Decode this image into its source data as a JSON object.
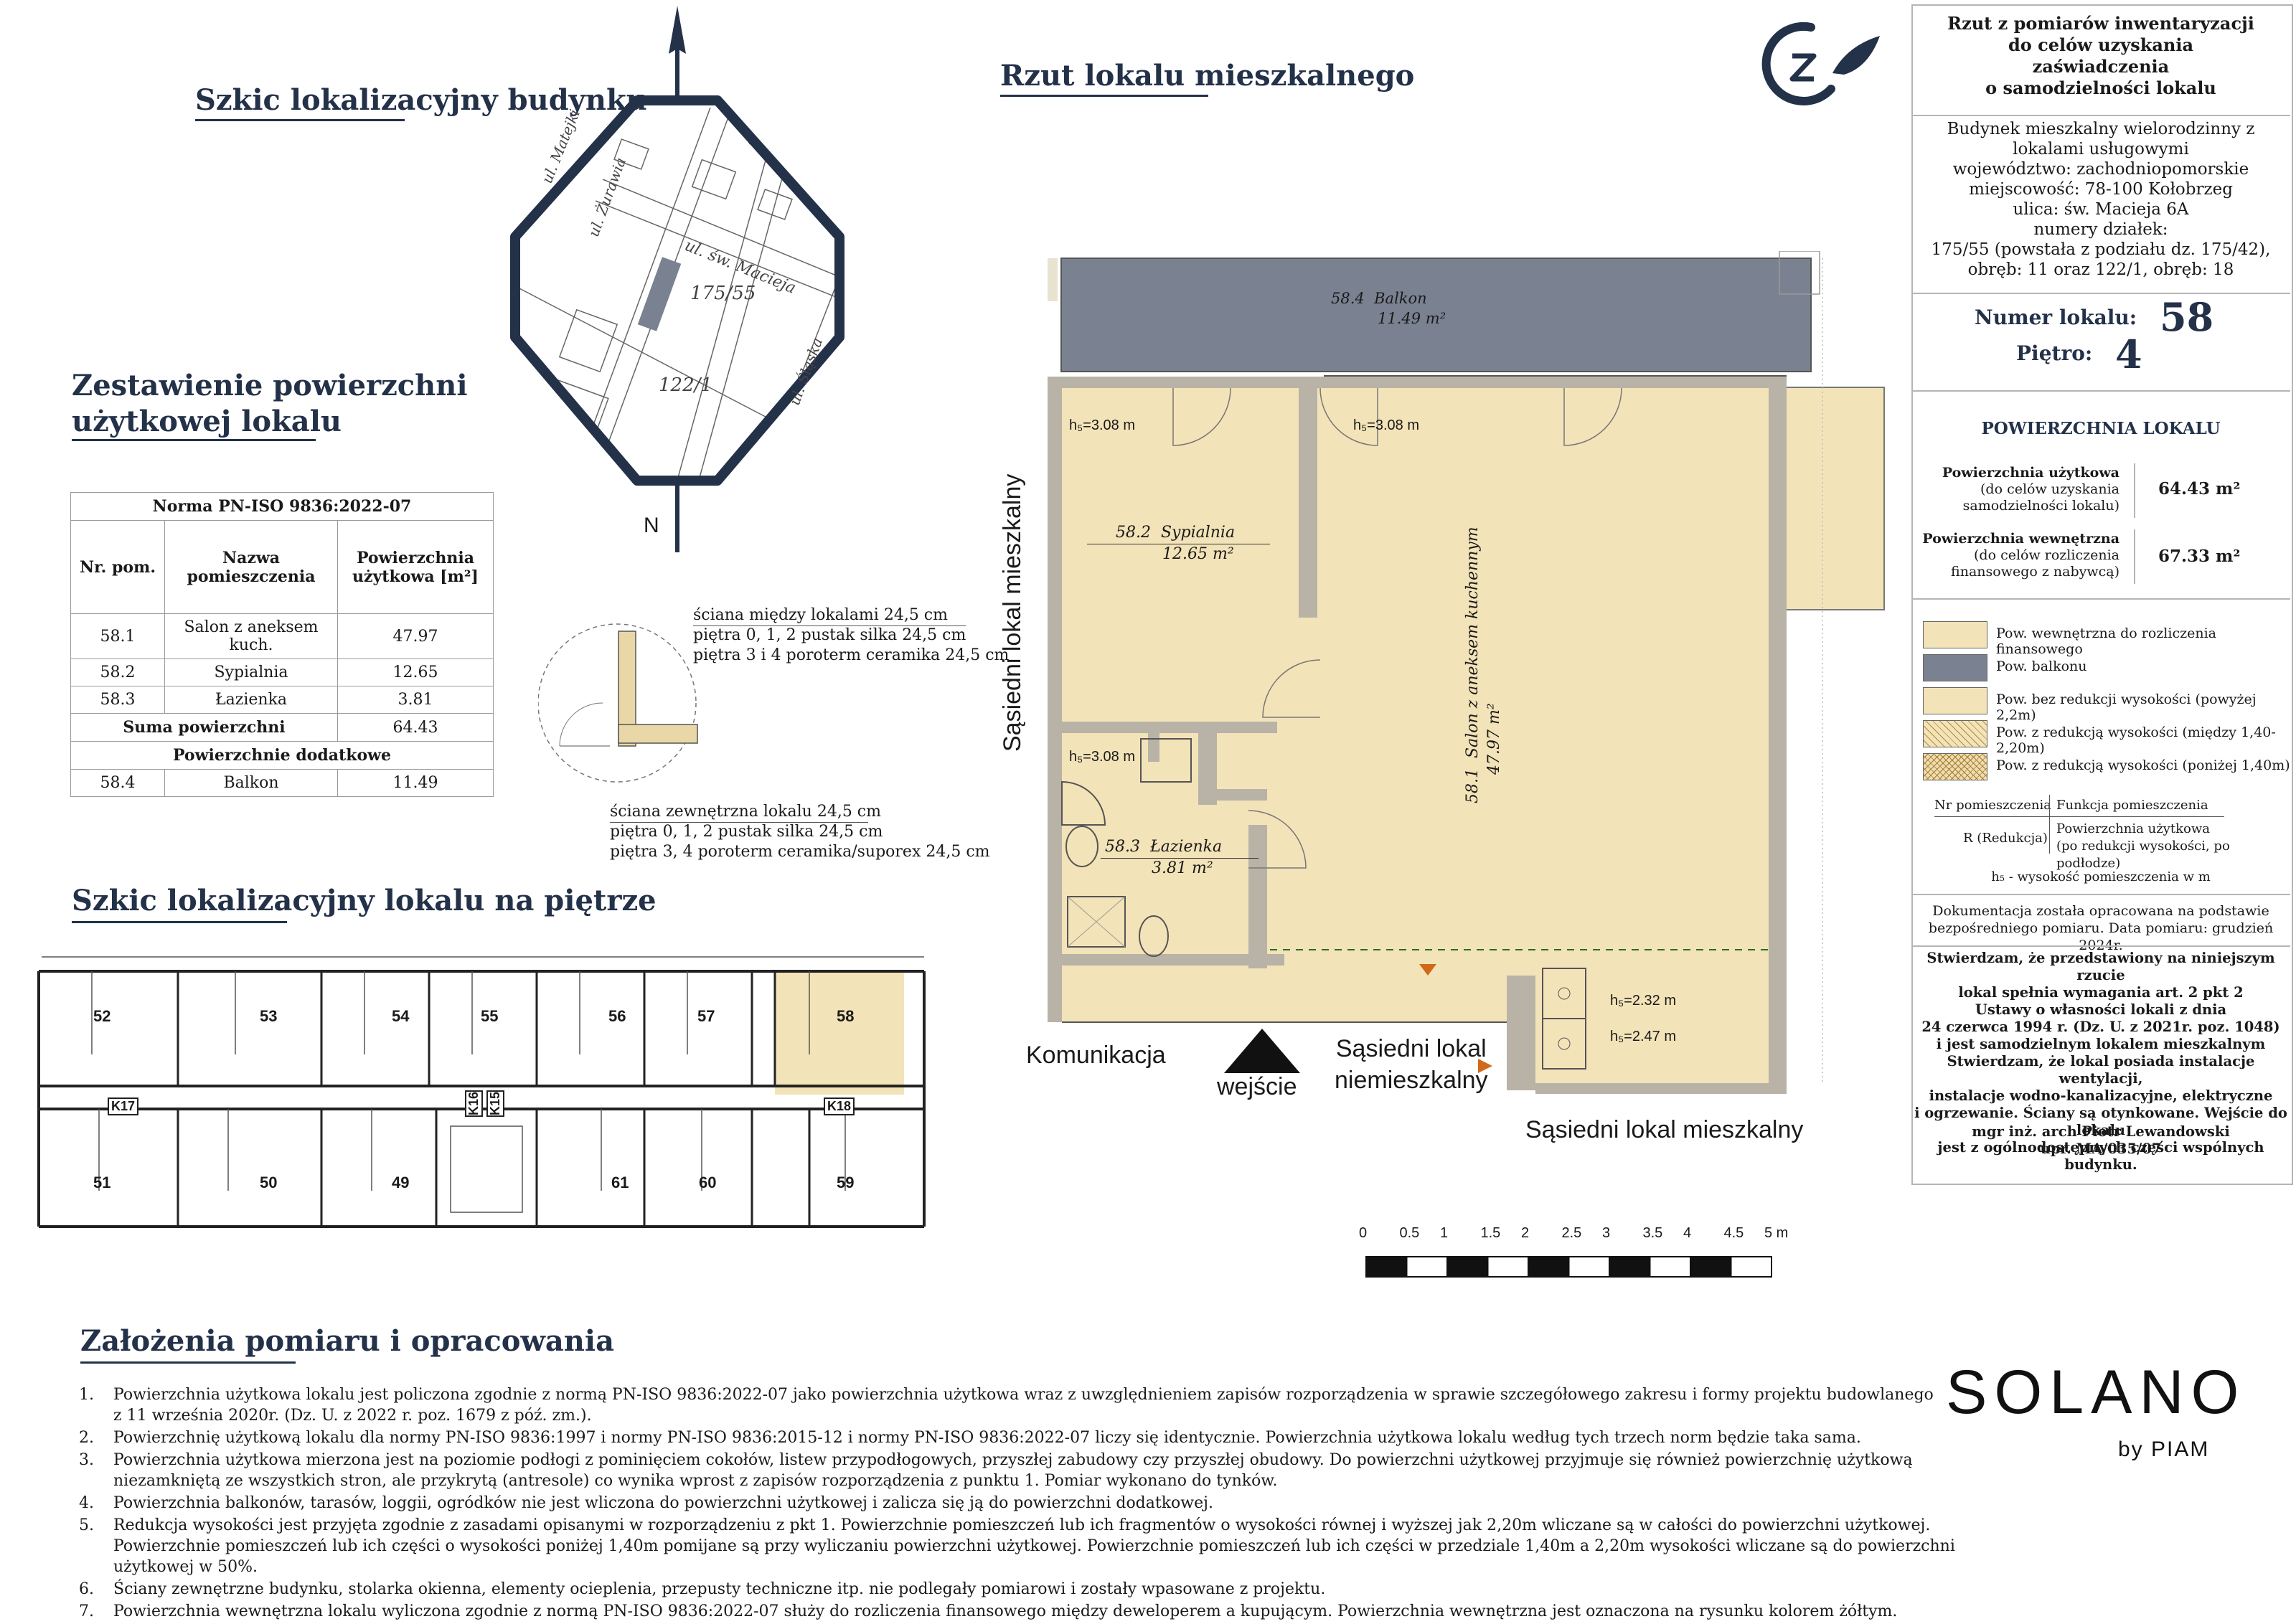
{
  "titles": {
    "location": "Szkic lokalizacyjny budynku",
    "plan": "Rzut lokalu mieszkalnego",
    "summary_line1": "Zestawienie powierzchni",
    "summary_line2": "użytkowej lokalu",
    "floor_sketch": "Szkic lokalizacyjny lokalu na piętrze",
    "assumptions": "Założenia pomiaru i opracowania"
  },
  "map": {
    "north": "N",
    "streets": [
      "ul. Matejki",
      "ul. Żurawia",
      "ul. św. Macieja",
      "ul. Śląska"
    ],
    "plots": [
      "175/55",
      "122/1"
    ]
  },
  "area_table": {
    "norm": "Norma PN-ISO 9836:2022-07",
    "headers": [
      "Nr. pom.",
      "Nazwa pomieszczenia",
      "Powierzchnia użytkowa [m²]"
    ],
    "rows": [
      {
        "nr": "58.1",
        "name": "Salon z aneksem kuch.",
        "area": "47.97"
      },
      {
        "nr": "58.2",
        "name": "Sypialnia",
        "area": "12.65"
      },
      {
        "nr": "58.3",
        "name": "Łazienka",
        "area": "3.81"
      }
    ],
    "sum_label": "Suma powierzchni",
    "sum_value": "64.43",
    "extra_label": "Powierzchnie dodatkowe",
    "extra_rows": [
      {
        "nr": "58.4",
        "name": "Balkon",
        "area": "11.49"
      }
    ]
  },
  "wall_notes": {
    "inner": [
      "ściana między lokalami 24,5 cm",
      "piętra 0, 1, 2 pustak silka 24,5 cm",
      "piętra 3 i 4 poroterm ceramika 24,5 cm"
    ],
    "outer": [
      "ściana zewnętrzna lokalu 24,5 cm",
      "piętra 0, 1, 2 pustak silka 24,5 cm",
      "piętra 3, 4 poroterm ceramika/suporex 24,5 cm"
    ]
  },
  "floor_units": {
    "top": [
      "52",
      "53",
      "54",
      "55",
      "56",
      "57",
      "58"
    ],
    "bottom": [
      "51",
      "50",
      "49",
      "61",
      "60",
      "59"
    ],
    "storage": [
      "K17",
      "K16",
      "K15",
      "K18"
    ]
  },
  "plan": {
    "balcony": {
      "nr": "58.4",
      "name": "Balkon",
      "area": "11.49 m²"
    },
    "bedroom": {
      "nr": "58.2",
      "name": "Sypialnia",
      "area": "12.65 m²"
    },
    "living": {
      "nr": "58.1",
      "name": "Salon z aneksem kuchennym",
      "area": "47.97 m²"
    },
    "bathroom": {
      "nr": "58.3",
      "name": "Łazienka",
      "area": "3.81 m²"
    },
    "heights": [
      "h₅=3.08 m",
      "h₅=3.08 m",
      "h₅=3.08 m",
      "h₅=2.32 m",
      "h₅=2.47 m"
    ],
    "neighbor_left": "Sąsiedni lokal mieszkalny",
    "neighbor_bottom": "Sąsiedni lokal mieszkalny",
    "neighbor_nonres": [
      "Sąsiedni lokal",
      "niemieszkalny"
    ],
    "corridor": "Komunikacja",
    "entrance": "wejście",
    "scale_labels": [
      "0",
      "0.5",
      "1",
      "1.5",
      "2",
      "2.5",
      "3",
      "3.5",
      "4",
      "4.5",
      "5 m"
    ]
  },
  "panel": {
    "title": [
      "Rzut z pomiarów inwentaryzacji",
      "do celów uzyskania",
      "zaświadczenia",
      "o samodzielności lokalu"
    ],
    "building": [
      "Budynek mieszkalny wielorodzinny z",
      "lokalami usługowymi",
      "województwo: zachodniopomorskie",
      "miejscowość: 78-100 Kołobrzeg",
      "ulica: św. Macieja 6A",
      "numery działek:",
      "175/55 (powstała z podziału dz. 175/42),",
      "obręb: 11 oraz 122/1, obręb: 18"
    ],
    "unit_label": "Numer lokalu:",
    "unit_value": "58",
    "floor_label": "Piętro:",
    "floor_value": "4",
    "area_title": "POWIERZCHNIA LOKALU",
    "usable_label": "Powierzchnia użytkowa",
    "usable_sub": [
      "(do celów uzyskania",
      "samodzielności lokalu)"
    ],
    "usable_value": "64.43 m²",
    "internal_label": "Powierzchnia wewnętrzna",
    "internal_sub": [
      "(do celów rozliczenia",
      "finansowego z nabywcą)"
    ],
    "internal_value": "67.33 m²",
    "legend": [
      {
        "label": "Pow. wewnętrzna do rozliczenia finansowego",
        "color": "#f3e3b8"
      },
      {
        "label": "Pow. balkonu",
        "color": "#7a8291"
      },
      {
        "label": "Pow. bez redukcji wysokości (powyżej 2,2m)",
        "color": "#f3e3b8"
      },
      {
        "label": "Pow. z redukcją wysokości (między 1,40-2,20m)",
        "color": "#f3e3b8"
      },
      {
        "label": "Pow. z redukcją wysokości (poniżej 1,40m)",
        "color": "#efdcae"
      }
    ],
    "key": {
      "nr": "Nr pomieszczenia",
      "func": "Funkcja pomieszczenia",
      "red": "R (Redukcja)",
      "area": [
        "Powierzchnia użytkowa",
        "(po redukcji wysokości, po podłodze)"
      ],
      "hs": "h₅ - wysokość pomieszczenia w m"
    },
    "doc_note": [
      "Dokumentacja została opracowana na podstawie",
      "bezpośredniego pomiaru. Data pomiaru: grudzień 2024r."
    ],
    "statement": [
      "Stwierdzam, że przedstawiony na niniejszym rzucie",
      "lokal spełnia wymagania art. 2 pkt 2",
      "Ustawy o własności lokali z dnia",
      "24 czerwca 1994 r. (Dz. U. z 2021r. poz. 1048)",
      "i jest samodzielnym lokalem mieszkalnym",
      "Stwierdzam, że lokal posiada instalacje wentylacji,",
      "instalacje wodno-kanalizacyjne, elektryczne",
      "i ogrzewanie. Ściany są otynkowane. Wejście do lokalu",
      "jest z ogólnodostępnych części wspólnych budynku."
    ],
    "signer": [
      "mgr inż. arch Piotr Lewandowski",
      "upr. MA/035/07"
    ]
  },
  "brand": {
    "name": "SOLANO",
    "by": "by PIAM"
  },
  "notes": [
    {
      "n": "1.",
      "lines": [
        "Powierzchnia użytkowa lokalu jest policzona zgodnie z normą PN-ISO 9836:2022-07 jako powierzchnia użytkowa wraz z uwzględnieniem zapisów rozporządzenia w sprawie szczegółowego zakresu i formy projektu budowlanego",
        "z 11 września 2020r. (Dz. U. z 2022 r. poz. 1679 z póź. zm.)."
      ]
    },
    {
      "n": "2.",
      "lines": [
        "Powierzchnię użytkową lokalu dla normy PN-ISO 9836:1997 i normy  PN-ISO 9836:2015-12 i normy PN-ISO 9836:2022-07 liczy się identycznie. Powierzchnia użytkowa lokalu według tych trzech norm będzie taka sama."
      ]
    },
    {
      "n": "3.",
      "lines": [
        "Powierzchnia użytkowa mierzona jest na poziomie podłogi z pominięciem cokołów,  listew przypodłogowych, przyszłej zabudowy czy przyszłej obudowy. Do powierzchni użytkowej przyjmuje się również powierzchnię użytkową",
        "niezamkniętą ze wszystkich stron, ale przykrytą (antresole) co wynika wprost z zapisów rozporządzenia z punktu 1. Pomiar wykonano do tynków."
      ]
    },
    {
      "n": "4.",
      "lines": [
        "Powierzchnia balkonów, tarasów, loggii, ogródków nie jest wliczona do powierzchni użytkowej i zalicza się ją do powierzchni dodatkowej."
      ]
    },
    {
      "n": "5.",
      "lines": [
        "Redukcja wysokości jest przyjęta zgodnie z zasadami opisanymi w rozporządzeniu z pkt 1. Powierzchnie pomieszczeń lub ich fragmentów o wysokości równej i wyższej jak 2,20m wliczane są w całości do powierzchni użytkowej.",
        "Powierzchnie pomieszczeń lub ich części o wysokości poniżej 1,40m pomijane są przy wyliczaniu powierzchni użytkowej. Powierzchnie pomieszczeń lub ich części w przedziale 1,40m a 2,20m wysokości wliczane są do powierzchni",
        "użytkowej w 50%."
      ]
    },
    {
      "n": "6.",
      "lines": [
        "Ściany zewnętrzne budynku, stolarka okienna, elementy ocieplenia, przepusty techniczne itp. nie podlegały pomiarowi i zostały wpasowane z projektu."
      ]
    },
    {
      "n": "7.",
      "lines": [
        "Powierzchnia wewnętrzna lokalu wyliczona zgodnie z normą PN-ISO 9836:2022-07 służy do rozliczenia finansowego między deweloperem a kupującym. Powierzchnia wewnętrzna jest oznaczona na rysunku kolorem żółtym."
      ]
    }
  ]
}
